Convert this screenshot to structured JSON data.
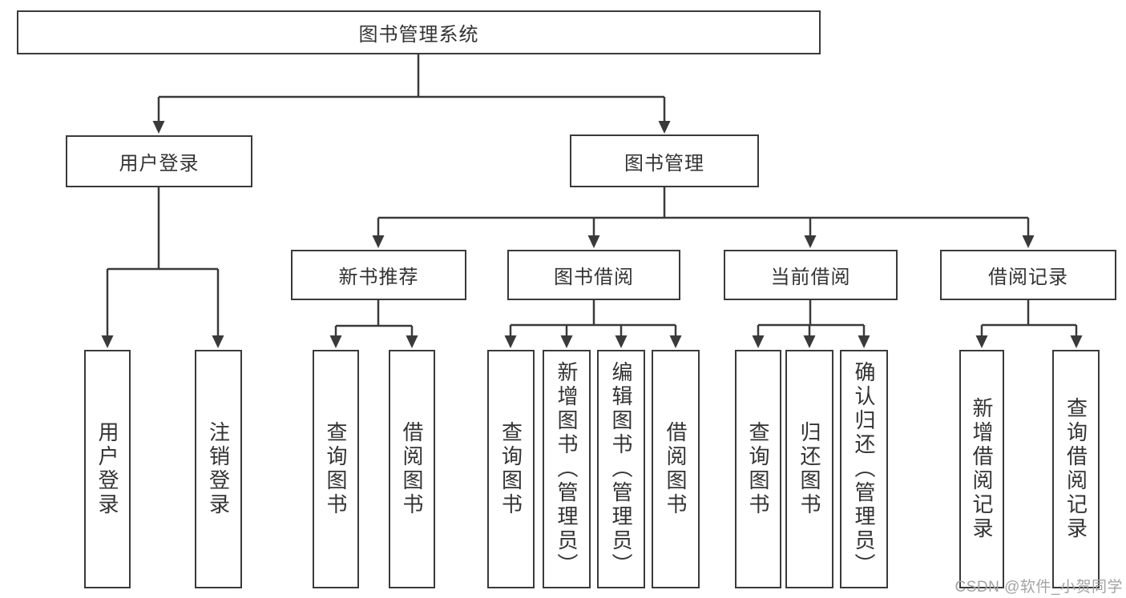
{
  "diagram_type": "hierarchy-tree",
  "tree": {
    "root": "图书管理系统",
    "children": [
      {
        "name": "用户登录",
        "children": [
          "用户登录",
          "注销登录"
        ]
      },
      {
        "name": "图书管理",
        "children": [
          {
            "name": "新书推荐",
            "children": [
              "查询图书",
              "借阅图书"
            ]
          },
          {
            "name": "图书借阅",
            "children": [
              "查询图书",
              "新增图书（管理员）",
              "编辑图书（管理员）",
              "借阅图书"
            ]
          },
          {
            "name": "当前借阅",
            "children": [
              "查询图书",
              "归还图书",
              "确认归还（管理员）"
            ]
          },
          {
            "name": "借阅记录",
            "children": [
              "新增借阅记录",
              "查询借阅记录"
            ]
          }
        ]
      }
    ]
  },
  "watermark": {
    "text": "CSDN @软件_小贺同学"
  },
  "colors": {
    "line": "#3a3a3a",
    "text": "#333333",
    "background": "#ffffff",
    "watermark": "#a3a3a3"
  }
}
